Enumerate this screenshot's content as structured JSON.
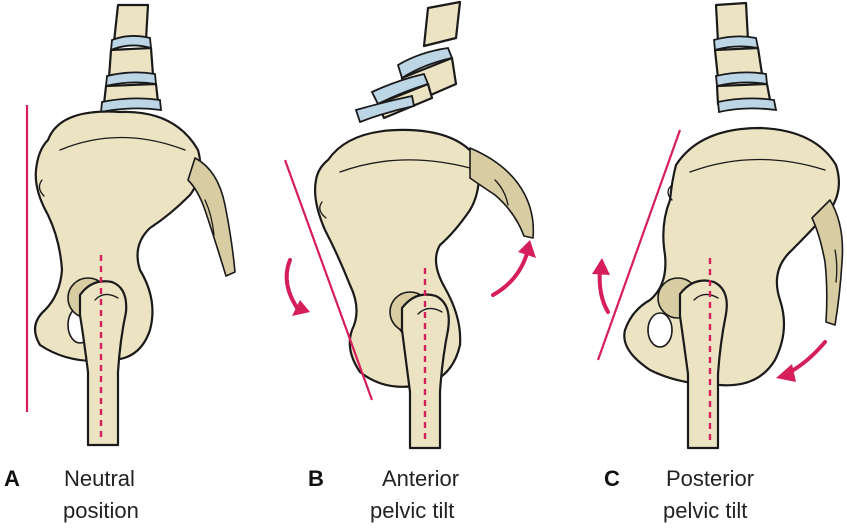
{
  "panels": [
    {
      "letter": "A",
      "caption_line1": "Neutral",
      "caption_line2": "position"
    },
    {
      "letter": "B",
      "caption_line1": "Anterior",
      "caption_line2": "pelvic tilt"
    },
    {
      "letter": "C",
      "caption_line1": "Posterior",
      "caption_line2": "pelvic tilt"
    }
  ],
  "colors": {
    "bone": "#ece3c3",
    "disc": "#bcd6e6",
    "reference_line": "#d61e5a",
    "outline": "#1a1a1a"
  },
  "icons": {
    "spine": "lumbar-spine-icon",
    "pelvis": "pelvis-icon",
    "femur": "femur-icon",
    "arrow": "curved-arrow-icon"
  }
}
